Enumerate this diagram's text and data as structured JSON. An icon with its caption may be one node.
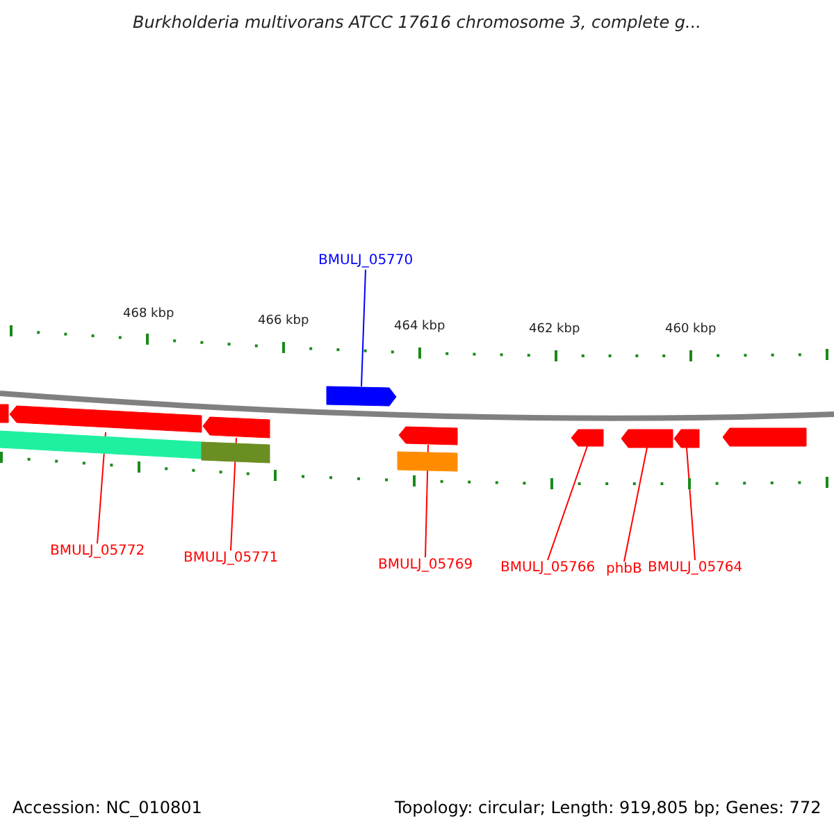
{
  "diagram": {
    "title": "Burkholderia multivorans ATCC 17616 chromosome 3, complete g...",
    "nodes": [
      {
        "text": [
          "BMULJ_05770"
        ]
      },
      {
        "text": [],
        "shape": "arrow"
      },
      {
        "text": [],
        "shape": "bar"
      },
      {
        "text": [],
        "shape": "arrow"
      },
      {
        "text": [],
        "shape": "arrow"
      },
      {
        "text": [],
        "shape": "arrow"
      },
      {
        "text": [],
        "shape": "arrow"
      },
      {
        "text": [],
        "shape": "arrow"
      },
      {
        "text": [],
        "shape": "arrow"
      },
      {
        "text": [],
        "shape": "arrow"
      },
      {
        "text": [
          "BMULJ_05772"
        ]
      },
      {
        "text": [
          "BMULJ_05771"
        ]
      },
      {
        "text": [
          "BMULJ_05769"
        ]
      },
      {
        "text": [
          "BMULJ_05766"
        ]
      },
      {
        "text": [
          "phbB"
        ]
      },
      {
        "text": [
          "BMULJ_05764"
        ]
      },
      {
        "text": [],
        "shape": "bar"
      },
      {
        "text": [],
        "shape": "bar"
      },
      {
        "text": [],
        "shape": "bar"
      }
    ],
    "edges": [
      {
        "from": 0,
        "to": 1,
        "arrow": "none",
        "color": "#0000ff"
      },
      {
        "from": 10,
        "to": 3,
        "arrow": "none"
      },
      {
        "from": 11,
        "to": 4,
        "arrow": "none"
      },
      {
        "from": 12,
        "to": 5,
        "arrow": "none"
      },
      {
        "from": 13,
        "to": 6,
        "arrow": "none"
      },
      {
        "from": 14,
        "to": 7,
        "arrow": "none"
      },
      {
        "from": 15,
        "to": 8,
        "arrow": "none"
      }
    ],
    "labels": [
      "468 kbp",
      "466 kbp",
      "464 kbp",
      "462 kbp",
      "460 kbp",
      "Accession: NC_010801",
      "Topology: circular; Length: 919,805 bp; Genes: 772"
    ]
  }
}
